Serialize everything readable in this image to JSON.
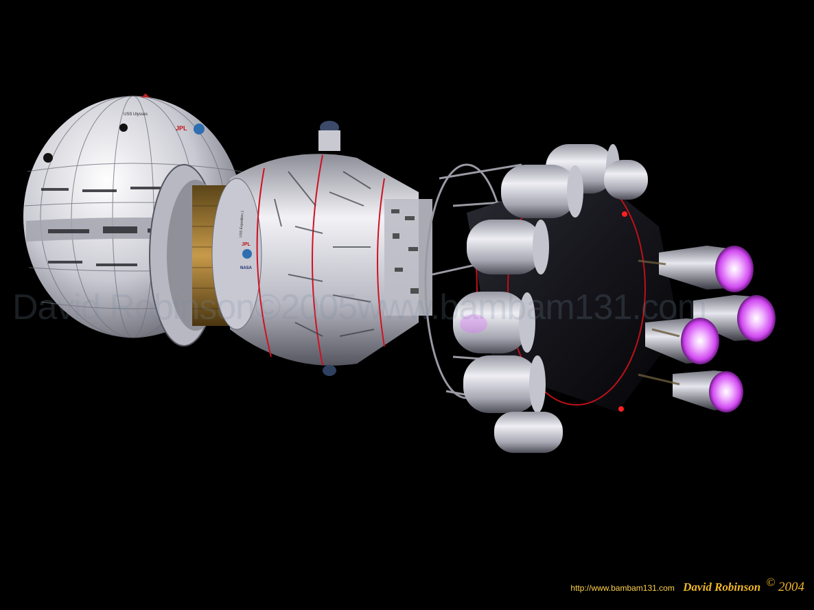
{
  "watermark": "David Robinson©2005www.bambam131.com",
  "ship_labels": {
    "sphere_name": "USS Ulysses",
    "sphere_logo": "JPL",
    "module_name": "USS Expedition 1",
    "module_logo_1": "JPL",
    "module_logo_2": "NASA"
  },
  "credit": {
    "url": "http://www.bambam131.com",
    "name": "David Robinson",
    "copyright": "©",
    "year": "2004"
  },
  "colors": {
    "background": "#000000",
    "hull": "#d9d9e0",
    "accent_red": "#d0101a",
    "engine_glow": "#e070ff",
    "credit_text": "#f0b628"
  }
}
